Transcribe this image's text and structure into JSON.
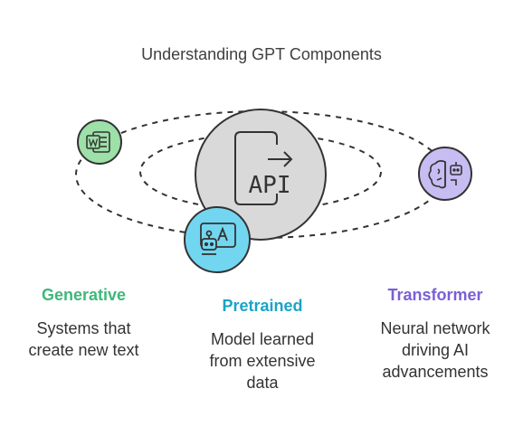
{
  "title": "Understanding GPT Components",
  "center": {
    "icon": "api-icon",
    "label": "API"
  },
  "components": [
    {
      "heading": "Generative",
      "description_lines": [
        "Systems that",
        "create new text"
      ],
      "color": "#3db87a",
      "circle_color": "#9de0a8",
      "icon": "word-document-icon"
    },
    {
      "heading": "Pretrained",
      "description_lines": [
        "Model learned",
        "from extensive",
        "data"
      ],
      "color": "#1aa3c9",
      "circle_color": "#72d6f0",
      "icon": "robot-chat-icon"
    },
    {
      "heading": "Transformer",
      "description_lines": [
        "Neural network",
        "driving AI",
        "advancements"
      ],
      "color": "#7b5fd6",
      "circle_color": "#c7bdf2",
      "icon": "brain-robot-icon"
    }
  ]
}
